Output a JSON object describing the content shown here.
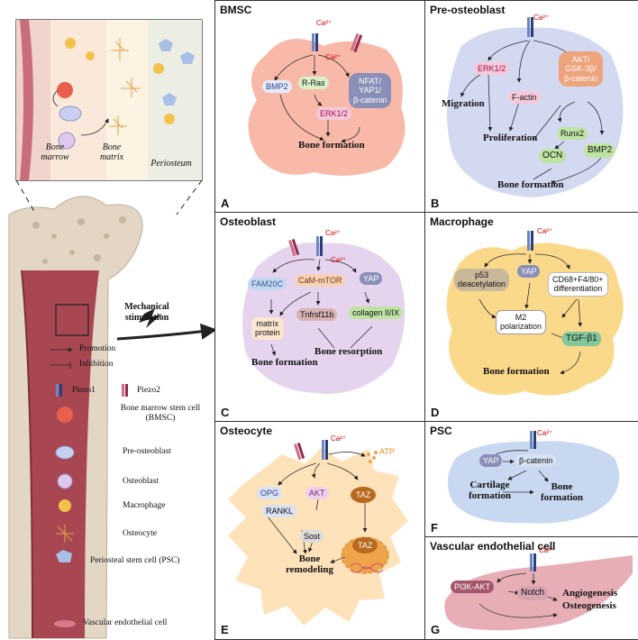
{
  "left": {
    "inset_labels": [
      "Bone marrow",
      "Bone matrix",
      "Periosteum"
    ],
    "stimulus": "Mechanical stimulation",
    "legend": {
      "promotion": "Promotion",
      "inhibition": "Inhibition",
      "piezo1": "Piezo1",
      "piezo2": "Piezo2",
      "cells": [
        {
          "name": "Bone marrow stem cell (BMSC)",
          "icon": "bmsc-icon",
          "color": "#e8604c"
        },
        {
          "name": "Pre-osteoblast",
          "icon": "pre-osteoblast-icon",
          "color": "#c9cfee"
        },
        {
          "name": "Osteoblast",
          "icon": "osteoblast-icon",
          "color": "#ddc8ee"
        },
        {
          "name": "Macrophage",
          "icon": "macrophage-icon",
          "color": "#f2c24a"
        },
        {
          "name": "Osteocyte",
          "icon": "osteocyte-icon",
          "color": "#f2a640"
        },
        {
          "name": "Periosteal stem cell (PSC)",
          "icon": "psc-icon",
          "color": "#a8bfe6"
        },
        {
          "name": "Vascular  endothelial cell",
          "icon": "endothelial-icon",
          "color": "#d67b8e"
        }
      ]
    }
  },
  "calcium": "Ca²⁺",
  "panels": {
    "A": {
      "title": "BMSC",
      "letter": "A",
      "bmp2": "BMP2",
      "rras": "R-Ras",
      "nfat": "NFAT/\nYAP1/\nβ-catenin",
      "erk": "ERK1/2",
      "outcome": "Bone formation"
    },
    "B": {
      "title": "Pre-osteoblast",
      "letter": "B",
      "erk": "ERK1/2",
      "factin": "F-actin",
      "akt": "AKT/\nGSK-3β/\nβ-catenin",
      "migration": "Migration",
      "proliferation": "Proliferation",
      "runx2": "Runx2",
      "ocn": "OCN",
      "bmp2": "BMP2",
      "outcome": "Bone formation"
    },
    "C": {
      "title": "Osteoblast",
      "letter": "C",
      "fam20c": "FAM20C",
      "camtor": "CaM-mTOR",
      "yap": "YAP",
      "collagen": "collagen II/IX",
      "matrix": "matrix\nprotein",
      "tnfrsf": "Tnfrsf11b",
      "resorption": "Bone resorption",
      "outcome": "Bone formation"
    },
    "D": {
      "title": "Macrophage",
      "letter": "D",
      "p53": "p53\ndeacetylation",
      "yap": "YAP",
      "cd68": "CD68+F4/80+\ndifferentiation",
      "m2": "M2\npolarization",
      "tgf": "TGF-β1",
      "outcome": "Bone formation"
    },
    "E": {
      "title": "Osteocyte",
      "letter": "E",
      "atp": "ATP",
      "opg": "OPG",
      "rankl": "RANKL",
      "akt": "AKT",
      "taz1": "TAZ",
      "sost": "Sost",
      "taz2": "TAZ",
      "outcome": "Bone\nremodeling"
    },
    "F": {
      "title": "PSC",
      "letter": "F",
      "yap": "YAP",
      "bcat": "β-catenin",
      "cart": "Cartilage\nformation",
      "bone": "Bone\nformation"
    },
    "G": {
      "title": "Vascular endothelial cell",
      "letter": "G",
      "pi3k": "PI3K-AKT",
      "notch": "Notch",
      "angio": "Angiogenesis",
      "osteo": "Osteogenesis"
    }
  }
}
